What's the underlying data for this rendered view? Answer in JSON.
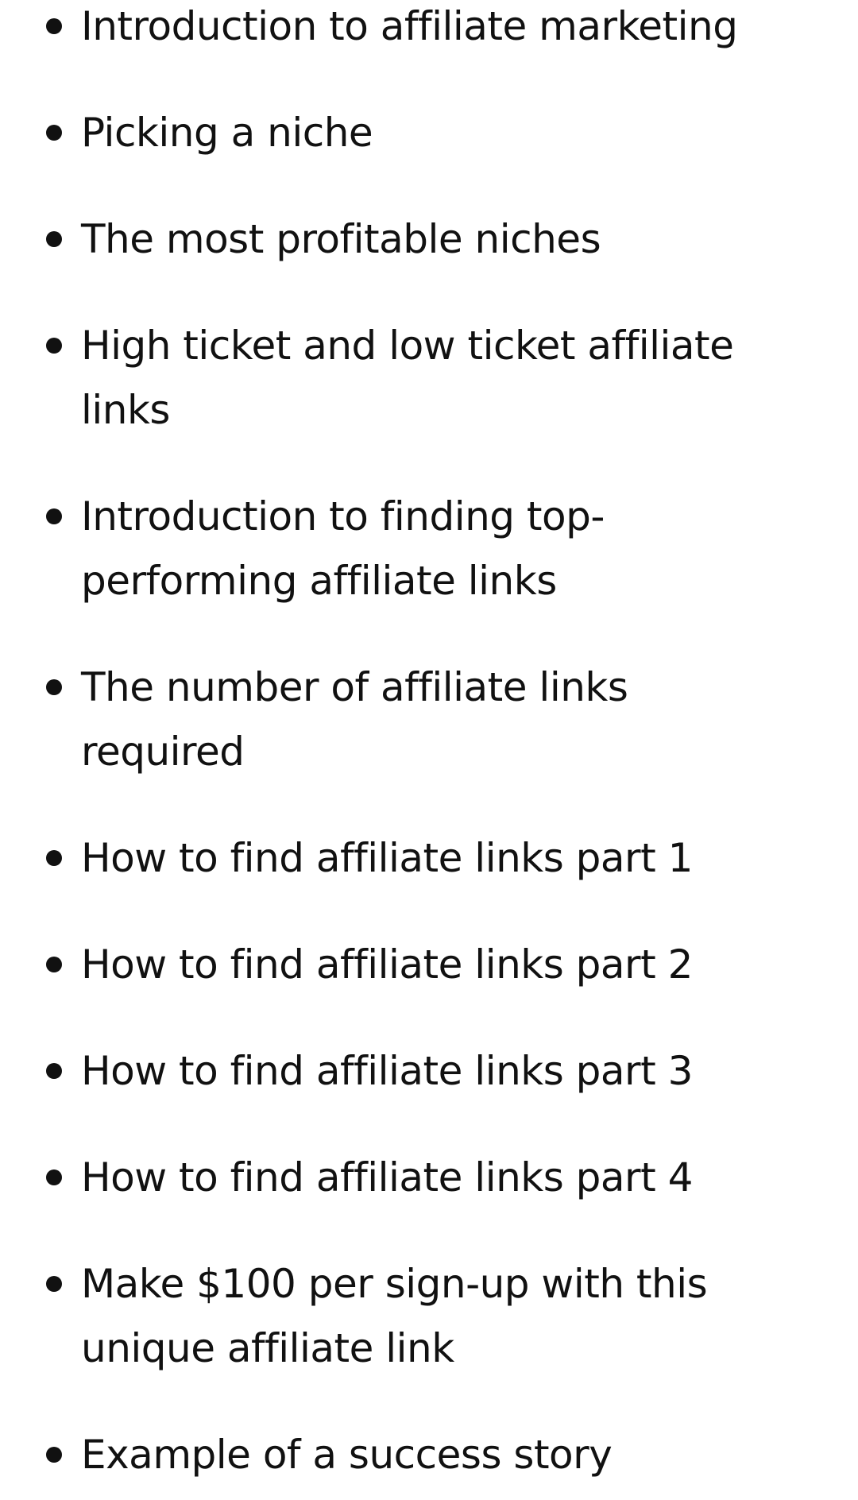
{
  "lesson_list": {
    "items": [
      {
        "label": "Introduction to affiliate marketing"
      },
      {
        "label": "Picking a niche"
      },
      {
        "label": "The most profitable niches"
      },
      {
        "label": "High ticket and low ticket affiliate links"
      },
      {
        "label": "Introduction to finding top-performing affiliate links"
      },
      {
        "label": "The number of affiliate links required"
      },
      {
        "label": "How to find affiliate links part 1"
      },
      {
        "label": "How to find affiliate links part 2"
      },
      {
        "label": "How to find affiliate links part 3"
      },
      {
        "label": "How to find affiliate links part 4"
      },
      {
        "label": "Make $100 per sign-up with this unique affiliate link"
      },
      {
        "label": "Example of a success story"
      }
    ]
  }
}
